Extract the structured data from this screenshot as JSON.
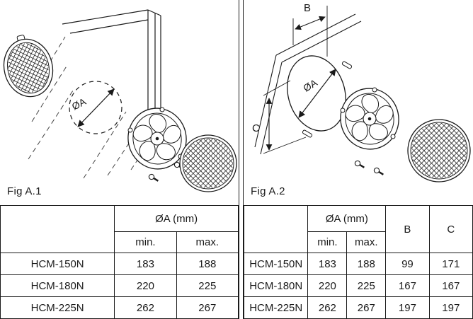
{
  "panels": [
    {
      "fig_label": "Fig A.1",
      "labels": {
        "dia": "ØA"
      },
      "table": {
        "group_header": "ØA (mm)",
        "sub_headers": [
          "min.",
          "max."
        ],
        "rows": [
          {
            "model": "HCM-150N",
            "values": [
              "183",
              "188"
            ]
          },
          {
            "model": "HCM-180N",
            "values": [
              "220",
              "225"
            ]
          },
          {
            "model": "HCM-225N",
            "values": [
              "262",
              "267"
            ]
          }
        ]
      }
    },
    {
      "fig_label": "Fig A.2",
      "labels": {
        "dia": "ØA",
        "b": "B",
        "c": "C"
      },
      "table": {
        "group_header": "ØA (mm)",
        "sub_headers": [
          "min.",
          "max."
        ],
        "extra_headers": [
          "B",
          "C"
        ],
        "rows": [
          {
            "model": "HCM-150N",
            "values": [
              "183",
              "188",
              "99",
              "171"
            ]
          },
          {
            "model": "HCM-180N",
            "values": [
              "220",
              "225",
              "167",
              "167"
            ]
          },
          {
            "model": "HCM-225N",
            "values": [
              "262",
              "267",
              "197",
              "197"
            ]
          }
        ]
      }
    }
  ]
}
